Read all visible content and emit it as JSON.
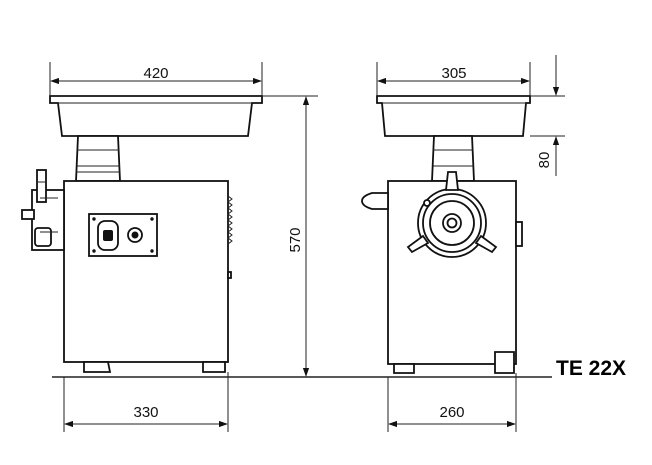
{
  "drawing": {
    "model_label": "TE 22X",
    "dimensions": {
      "side_tray_width": "420",
      "front_tray_width": "305",
      "overall_height": "570",
      "tray_height": "80",
      "side_base_width": "330",
      "front_base_width": "260"
    },
    "colors": {
      "line": "#111111",
      "background": "#ffffff"
    }
  }
}
